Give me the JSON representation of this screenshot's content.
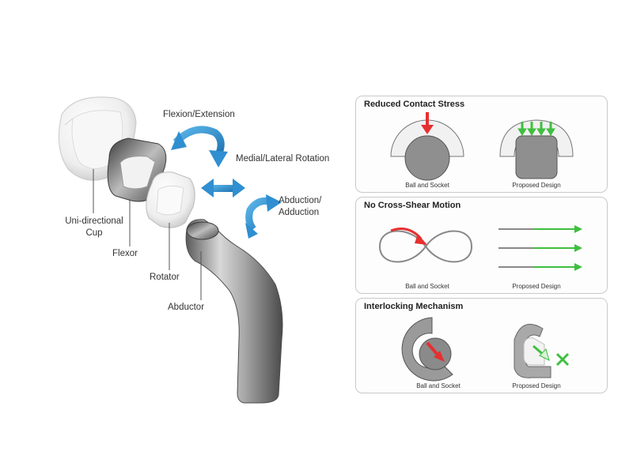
{
  "left_labels": {
    "flexion_extension": "Flexion/Extension",
    "medial_lateral_rotation": "Medial/Lateral Rotation",
    "abduction_line1": "Abduction/",
    "abduction_line2": "Adduction",
    "cup_line1": "Uni-directional",
    "cup_line2": "Cup",
    "flexor": "Flexor",
    "rotator": "Rotator",
    "abductor": "Abductor"
  },
  "panels": [
    {
      "title": "Reduced Contact Stress",
      "left_caption": "Ball and Socket",
      "right_caption": "Proposed Design"
    },
    {
      "title": "No Cross-Shear Motion",
      "left_caption": "Ball and Socket",
      "right_caption": "Proposed Design"
    },
    {
      "title": "Interlocking Mechanism",
      "left_caption": "Ball and Socket",
      "right_caption": "Proposed Design"
    }
  ],
  "colors": {
    "arrow_blue": "#2f8fd0",
    "stress_red": "#e53030",
    "proposed_green": "#3fbf3f",
    "panel_border": "#c9c9c9",
    "metal_gray": "#8a8a8a"
  }
}
